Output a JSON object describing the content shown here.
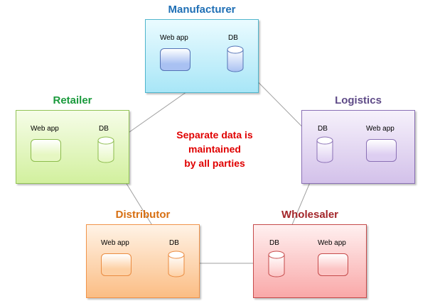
{
  "note": [
    "Separate data is",
    "maintained",
    "by all parties"
  ],
  "parties": [
    {
      "id": "manufacturer",
      "name": "Manufacturer",
      "web_app_label": "Web app",
      "db_label": "DB",
      "title_color": "#1f6fb5",
      "bg_top": "#eafbff",
      "bg_bottom": "#a8e6f7",
      "border": "#4fb5cc",
      "app_color": "#a9c1f2",
      "app_border": "#5473b6"
    },
    {
      "id": "retailer",
      "name": "Retailer",
      "web_app_label": "Web app",
      "db_label": "DB",
      "title_color": "#1a9a3c",
      "bg_top": "#f6fde8",
      "bg_bottom": "#d2f09e",
      "border": "#92c355",
      "app_color": "#e6f7c2",
      "app_border": "#8cbc4c"
    },
    {
      "id": "logistics",
      "name": "Logistics",
      "web_app_label": "Web app",
      "db_label": "DB",
      "title_color": "#5e4a87",
      "bg_top": "#f6f1fb",
      "bg_bottom": "#d3c1ea",
      "border": "#8a70b5",
      "app_color": "#ddcef1",
      "app_border": "#8a70b5"
    },
    {
      "id": "distributor",
      "name": "Distributor",
      "web_app_label": "Web app",
      "db_label": "DB",
      "title_color": "#d76f12",
      "bg_top": "#fff3e6",
      "bg_bottom": "#fbbd84",
      "border": "#f1944a",
      "app_color": "#fdd0a4",
      "app_border": "#ea8b40"
    },
    {
      "id": "wholesaler",
      "name": "Wholesaler",
      "web_app_label": "Web app",
      "db_label": "DB",
      "title_color": "#a3262a",
      "bg_top": "#fff0f0",
      "bg_bottom": "#f9a8a8",
      "border": "#c54a4a",
      "app_color": "#fcc4c4",
      "app_border": "#c54a4a"
    }
  ],
  "arrow_color": "#4a78c0",
  "link_color": "#a0a0a0"
}
